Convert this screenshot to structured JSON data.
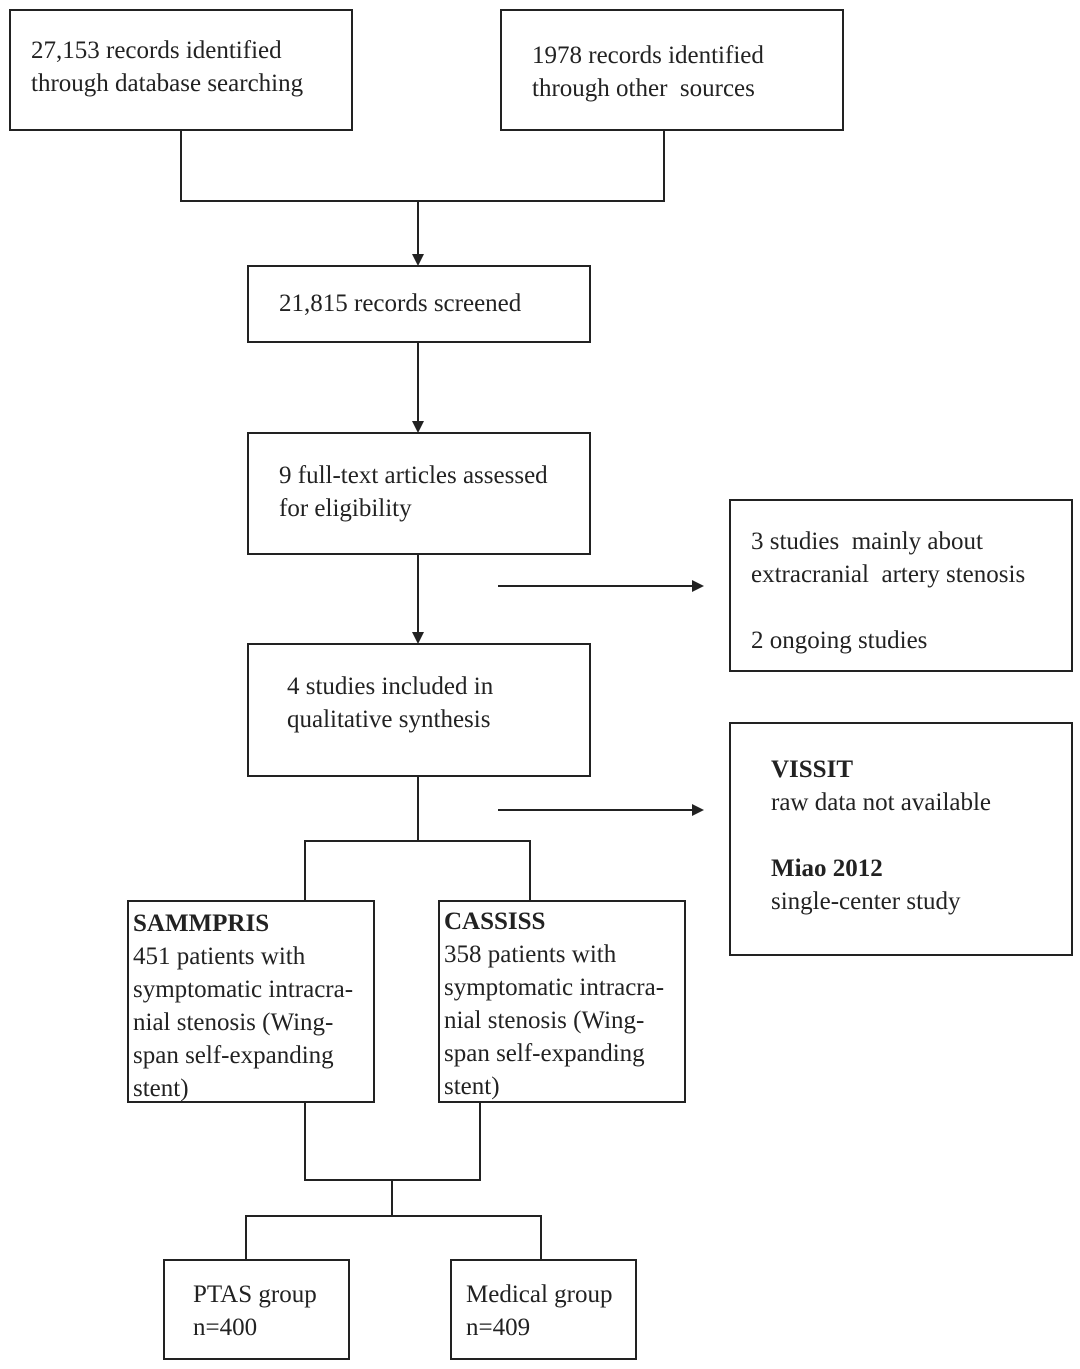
{
  "boxes": {
    "db_search": {
      "lines": [
        "27,153 records identified",
        "through database searching"
      ]
    },
    "other_sources": {
      "lines": [
        "1978 records identified",
        "through other  sources"
      ]
    },
    "screened": {
      "lines": [
        "21,815 records screened"
      ]
    },
    "fulltext": {
      "lines": [
        "9 full-text articles assessed",
        "for eligibility"
      ]
    },
    "excluded_fulltext": {
      "lines": [
        "3 studies  mainly about",
        "extracranial  artery stenosis",
        "2 ongoing studies"
      ]
    },
    "included": {
      "lines": [
        "4 studies included in",
        "qualitative synthesis"
      ]
    },
    "excluded_included": {
      "lines": [
        "VISSIT",
        "raw data not available",
        "Miao 2012",
        "single-center study"
      ]
    },
    "sammpris": {
      "lines": [
        "SAMMPRIS",
        "451 patients with",
        "symptomatic intracra-",
        "nial stenosis (Wing-",
        "span self-expanding",
        "stent)"
      ]
    },
    "cassiss": {
      "lines": [
        "CASSISS",
        "358 patients with",
        "symptomatic intracra-",
        "nial stenosis (Wing-",
        "span self-expanding",
        "stent)"
      ]
    },
    "ptas": {
      "lines": [
        "PTAS group",
        "n=400"
      ]
    },
    "medical": {
      "lines": [
        "Medical group",
        "n=409"
      ]
    }
  }
}
